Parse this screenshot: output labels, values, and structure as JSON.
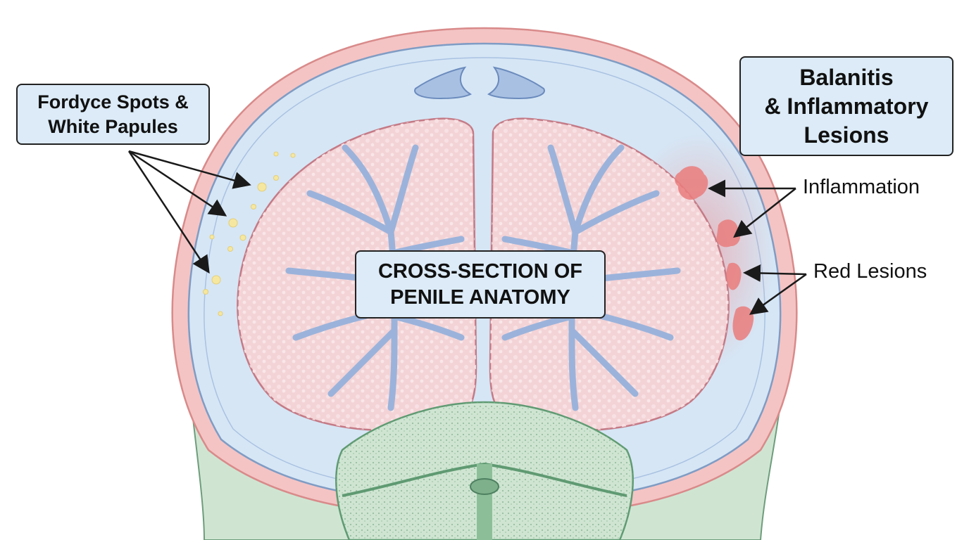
{
  "diagram": {
    "title_lines": [
      "CROSS-SECTION OF",
      "PENILE ANATOMY"
    ],
    "callouts": {
      "fordyce": {
        "lines": [
          "Fordyce Spots &",
          "White Papules"
        ],
        "arrow_count": 3
      },
      "balanitis": {
        "lines": [
          "Balanitis",
          "& Inflammatory",
          "Lesions"
        ]
      },
      "inflammation": {
        "label": "Inflammation",
        "arrow_count": 2
      },
      "red_lesions": {
        "label": "Red Lesions",
        "arrow_count": 2
      }
    },
    "structures": [
      "skin-layer",
      "fascia-layer",
      "dorsal-vessels",
      "corpus-cavernosum-left",
      "corpus-cavernosum-right",
      "corpus-spongiosum",
      "urethra",
      "fordyce-spots",
      "inflammatory-lesions"
    ],
    "colors": {
      "skin": "#f4c4c4",
      "skin_edge": "#d98a8a",
      "fascia": "#d6e6f5",
      "fascia_edge": "#7f9cc4",
      "cavernosum": "#f3d3d6",
      "cavernosum_edge": "#c47a86",
      "sinusoid": "#9bb3db",
      "spongiosum": "#cfe5d2",
      "spongiosum_edge": "#5f9a72",
      "spot": "#f6e7a0",
      "lesion": "#ea7d7d",
      "label_box": "#dcebf7"
    }
  }
}
